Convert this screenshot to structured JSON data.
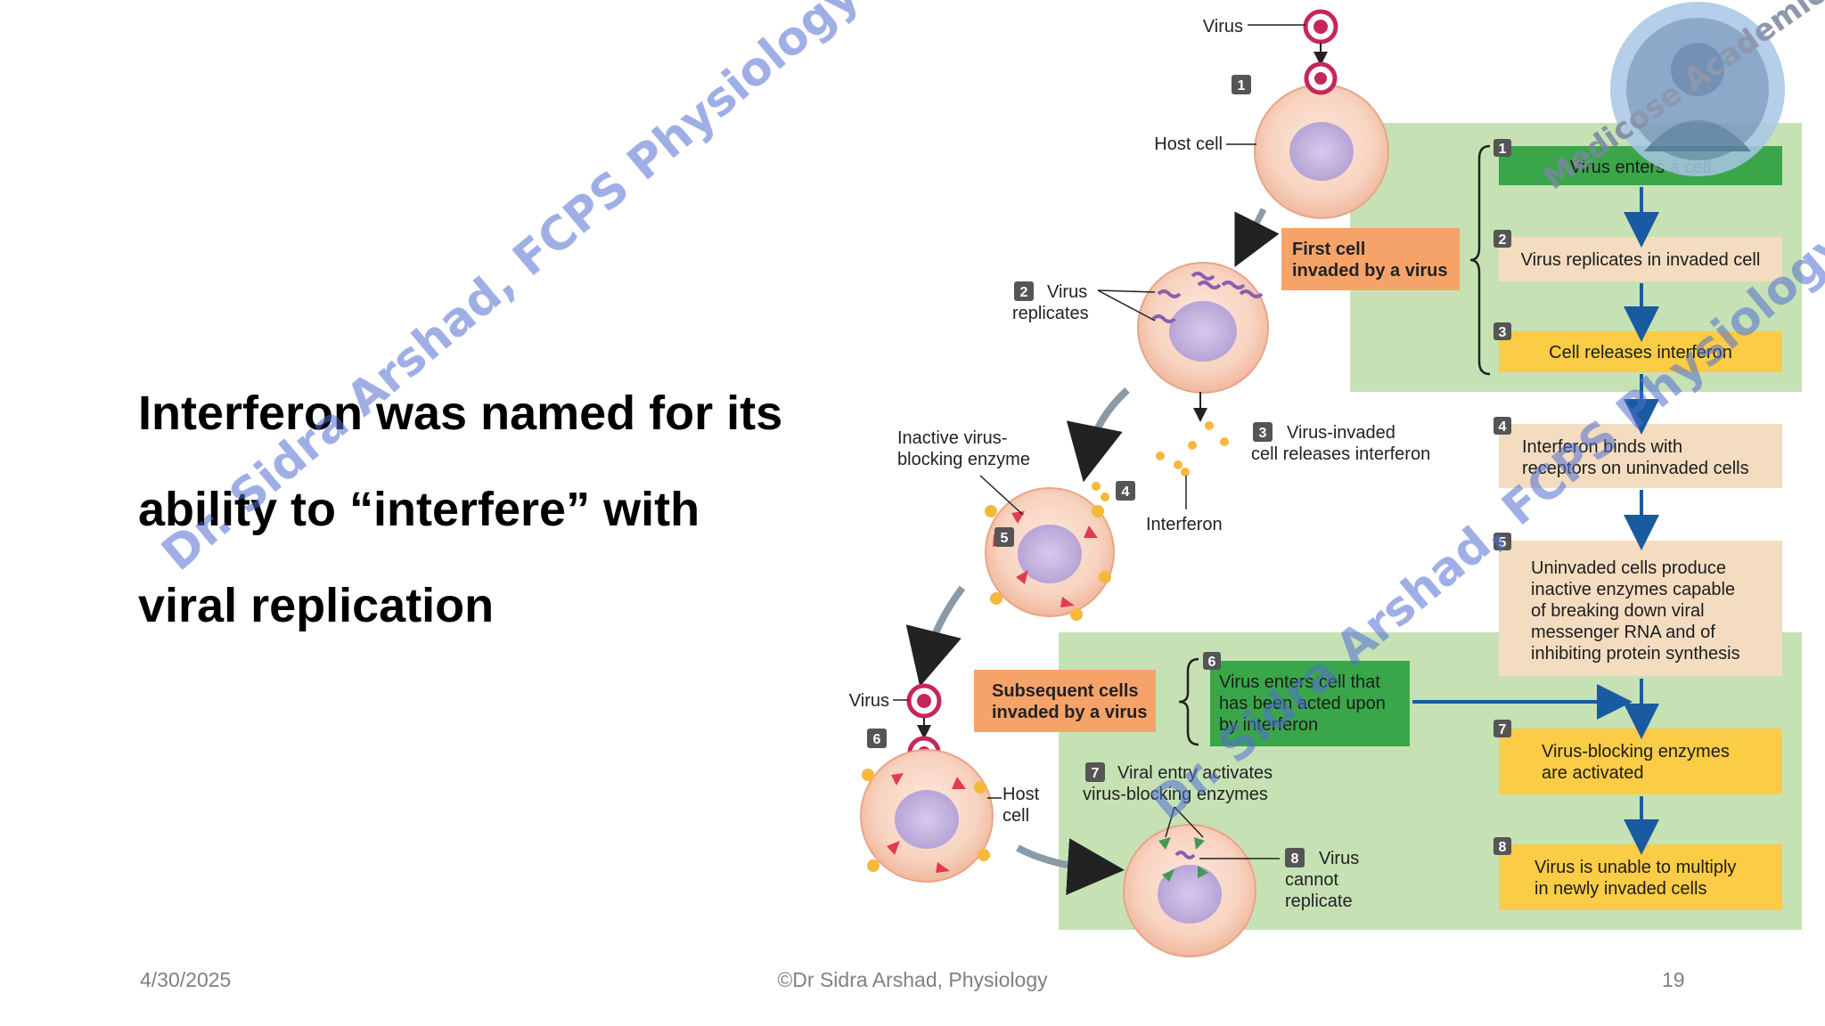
{
  "slide": {
    "body_lines": [
      "Interferon was named for its",
      "ability to “interfere” with",
      "viral replication"
    ],
    "footer": {
      "date": "4/30/2025",
      "center": "©Dr Sidra Arshad, Physiology",
      "page": "19"
    },
    "watermark_text": "Dr. Sidra Arshad, FCPS Physiology",
    "logo_text": "Medicose Academics"
  },
  "figure": {
    "labels": {
      "virus_top": "Virus",
      "host_cell": "Host cell",
      "step2_label": [
        "Virus",
        "replicates"
      ],
      "step3_label": [
        "Virus-invaded",
        "cell releases interferon"
      ],
      "interferon": "Interferon",
      "inactive_enzyme": [
        "Inactive virus-",
        "blocking enzyme"
      ],
      "virus_bottom": "Virus",
      "host_cell_bottom": [
        "Host",
        "cell"
      ],
      "step7_label": [
        "Viral entry activates",
        "virus-blocking enzymes"
      ],
      "step8_label": [
        "Virus",
        "cannot",
        "replicate"
      ],
      "first_cell_box": [
        "First cell",
        "invaded by a virus"
      ],
      "subsequent_box": [
        "Subsequent cells",
        "invaded by a virus"
      ],
      "step6_box": [
        "Virus enters cell that",
        "has been acted upon",
        "by interferon"
      ]
    },
    "flow_steps": [
      {
        "num": "1",
        "text": [
          "Virus enters a cell"
        ]
      },
      {
        "num": "2",
        "text": [
          "Virus replicates in invaded cell"
        ]
      },
      {
        "num": "3",
        "text": [
          "Cell releases interferon"
        ]
      },
      {
        "num": "4",
        "text": [
          "Interferon binds with",
          "receptors on uninvaded cells"
        ]
      },
      {
        "num": "5",
        "text": [
          "Uninvaded cells produce",
          "inactive enzymes capable",
          "of breaking down viral",
          "messenger RNA and of",
          "inhibiting protein synthesis"
        ]
      },
      {
        "num": "7",
        "text": [
          "Virus-blocking enzymes",
          "are activated"
        ]
      },
      {
        "num": "8",
        "text": [
          "Virus is unable to multiply",
          "in newly invaded cells"
        ]
      }
    ],
    "step_numbers": [
      "1",
      "2",
      "3",
      "4",
      "5",
      "6",
      "7",
      "8"
    ],
    "colors": {
      "green_panel": "#c6e2b4",
      "green_box": "#3aa64a",
      "orange_box": "#f6a36a",
      "yellow_box": "#fbcc45",
      "tan_box": "#f4dcc0",
      "arrow_blue": "#1a5aa0",
      "cell_fill": "#f9d8c8",
      "nucleus": "#c7b4dc",
      "interferon_dot": "#f4b93a",
      "enzyme_red": "#e23a4f",
      "enzyme_green": "#3e9a55",
      "virus_pink": "#c7265a"
    }
  }
}
